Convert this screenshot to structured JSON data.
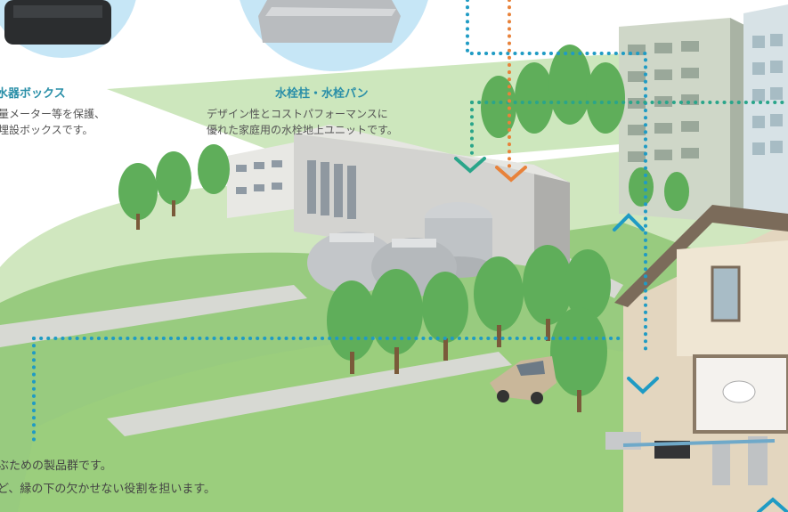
{
  "colors": {
    "accent_blue": "#2a8fa8",
    "dotted_line_blue": "#1f9bc4",
    "dotted_line_green": "#2aa58a",
    "orange_line": "#e8823a",
    "grass_green": "#86c26a",
    "circle_bg": "#c6e6f6"
  },
  "products": [
    {
      "title": "水器ボックス",
      "lines": [
        "量メーター等を保護、",
        "埋設ボックスです。"
      ]
    },
    {
      "title": "水栓柱・水栓パン",
      "lines": [
        "デザイン性とコストパフォーマンスに",
        "優れた家庭用の水栓地上ユニットです。"
      ]
    }
  ],
  "bottom_text": {
    "line1": "ぶための製品群です。",
    "line2": "ど、縁の下の欠かせない役割を担います。"
  },
  "icons": {
    "chevron_down": "chevron-down-icon",
    "chevron_up": "chevron-up-icon"
  }
}
